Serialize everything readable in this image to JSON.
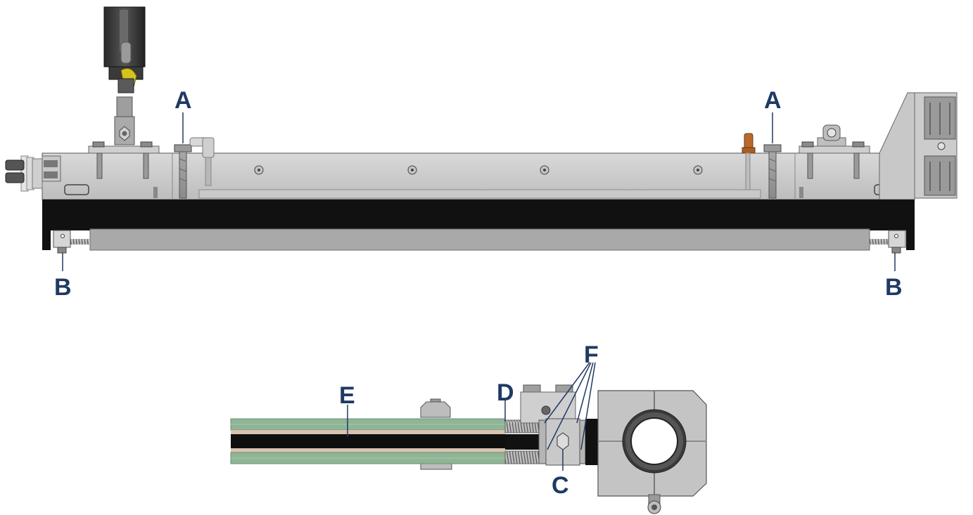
{
  "colors": {
    "label": "#1f3a63",
    "metal_light": "#d2d2d2",
    "metal_mid": "#b9b9b9",
    "metal_dark": "#8e8e8e",
    "black_band": "#111111",
    "green_layer": "#8fb596",
    "copper": "#b8462a",
    "brass": "#b86a2c",
    "yellow": "#d6c21c"
  },
  "callouts": {
    "A": "A",
    "B": "B",
    "C": "C",
    "D": "D",
    "E": "E",
    "F": "F"
  },
  "views": {
    "top": "front-view-sealing-bar-assembly",
    "bottom": "detail-view-heating-element-tensioner"
  }
}
